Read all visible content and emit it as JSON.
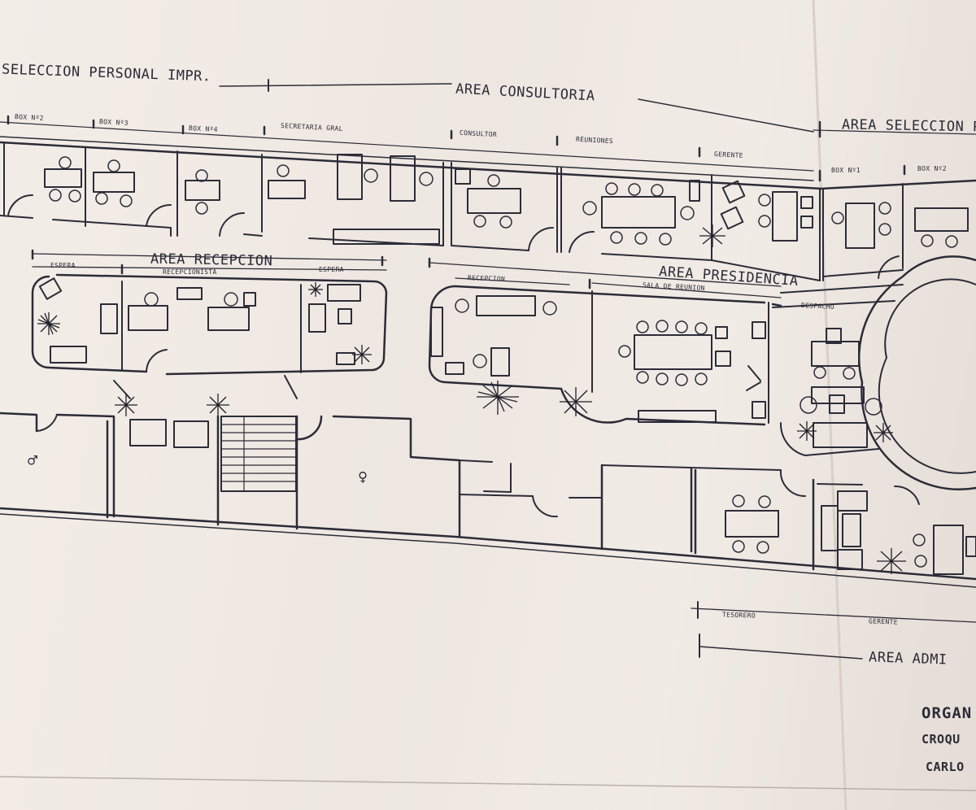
{
  "areas": {
    "seleccion_personal": "SELECCION PERSONAL IMPR.",
    "consultoria": "AREA CONSULTORIA",
    "seleccion_p": "AREA SELECCION P",
    "recepcion": "AREA RECEPCION",
    "presidencia": "AREA PRESIDENCIA",
    "administracion": "AREA ADMI"
  },
  "rooms": {
    "box2": "BOX Nº2",
    "box3": "BOX Nº3",
    "box4": "BOX Nº4",
    "secretaria_gral": "SECRETARIA GRAL",
    "consultor": "CONSULTOR",
    "reuniones": "REUNIONES",
    "gerente_top": "GERENTE",
    "box1_right": "BOX Nº1",
    "box2_right": "BOX Nº2",
    "espera_left": "ESPERA",
    "recepcionista": "RECEPCIONISTA",
    "espera_right": "ESPERA",
    "recepcion_pres": "RECEPCION",
    "sala_reunion": "SALA DE REUNION",
    "despacho": "DESPACHO",
    "tesorero": "TESORERO",
    "gerente_bottom": "GERENTE"
  },
  "title_block": {
    "line1": "ORGAN",
    "line2": "CROQU",
    "line3": "CARLO"
  },
  "symbols": {
    "male": "♂",
    "female": "♀"
  },
  "colors": {
    "ink": "#2c2c38",
    "paper": "#f1ebe6"
  }
}
